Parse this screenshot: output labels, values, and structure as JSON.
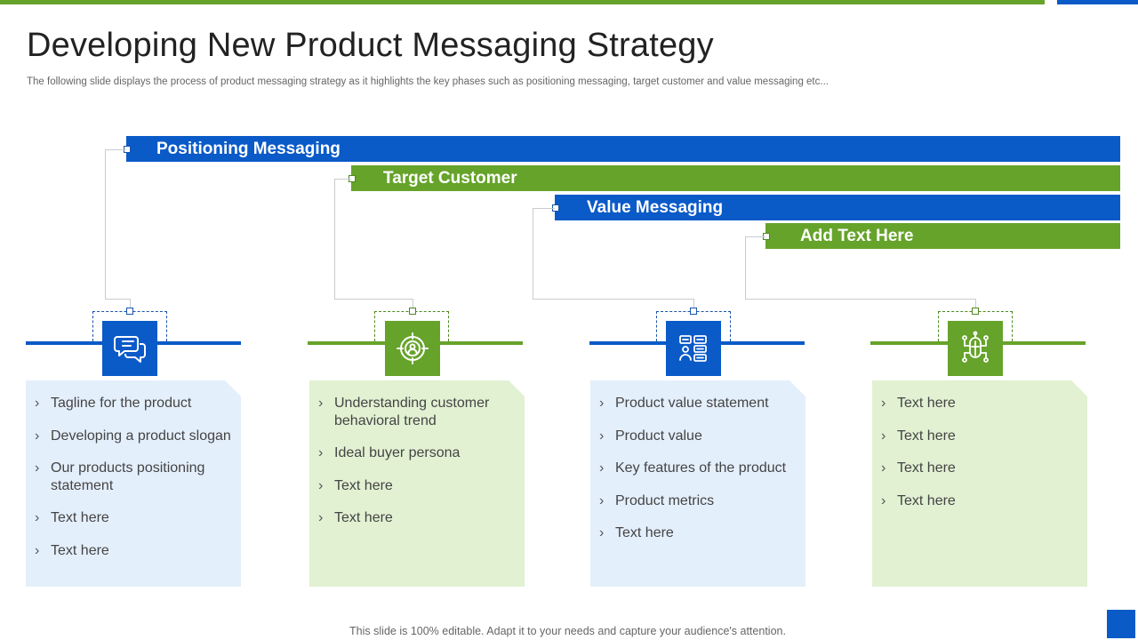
{
  "title": "Developing New Product Messaging Strategy",
  "subtitle": "The following slide displays the process of product messaging strategy as it highlights the key phases such as positioning messaging, target customer and value messaging etc...",
  "phases": [
    {
      "label": "Positioning Messaging",
      "color": "#0a5ac8"
    },
    {
      "label": "Target Customer",
      "color": "#66a32a"
    },
    {
      "label": "Value Messaging",
      "color": "#0a5ac8"
    },
    {
      "label": "Add Text Here",
      "color": "#66a32a"
    }
  ],
  "columns": [
    {
      "icon": "chat-bubbles-icon",
      "accent": "#0a5ac8",
      "card_color": "#e4effc",
      "items": [
        "Tagline for the product",
        "Developing a product slogan",
        "Our products positioning statement",
        "Text here",
        "Text here"
      ]
    },
    {
      "icon": "target-user-icon",
      "accent": "#66a32a",
      "card_color": "#e1f1d2",
      "items": [
        "Understanding customer behavioral trend",
        "Ideal buyer persona",
        "Text here",
        "Text here"
      ]
    },
    {
      "icon": "user-dashboard-icon",
      "accent": "#0a5ac8",
      "card_color": "#e4effc",
      "items": [
        "Product value statement",
        "Product value",
        "Key features of the product",
        "Product metrics",
        "Text here"
      ]
    },
    {
      "icon": "network-brain-icon",
      "accent": "#66a32a",
      "card_color": "#e1f1d2",
      "items": [
        "Text here",
        "Text here",
        "Text here",
        "Text here"
      ]
    }
  ],
  "footer": "This slide is 100% editable. Adapt it to your needs and capture your audience's attention."
}
